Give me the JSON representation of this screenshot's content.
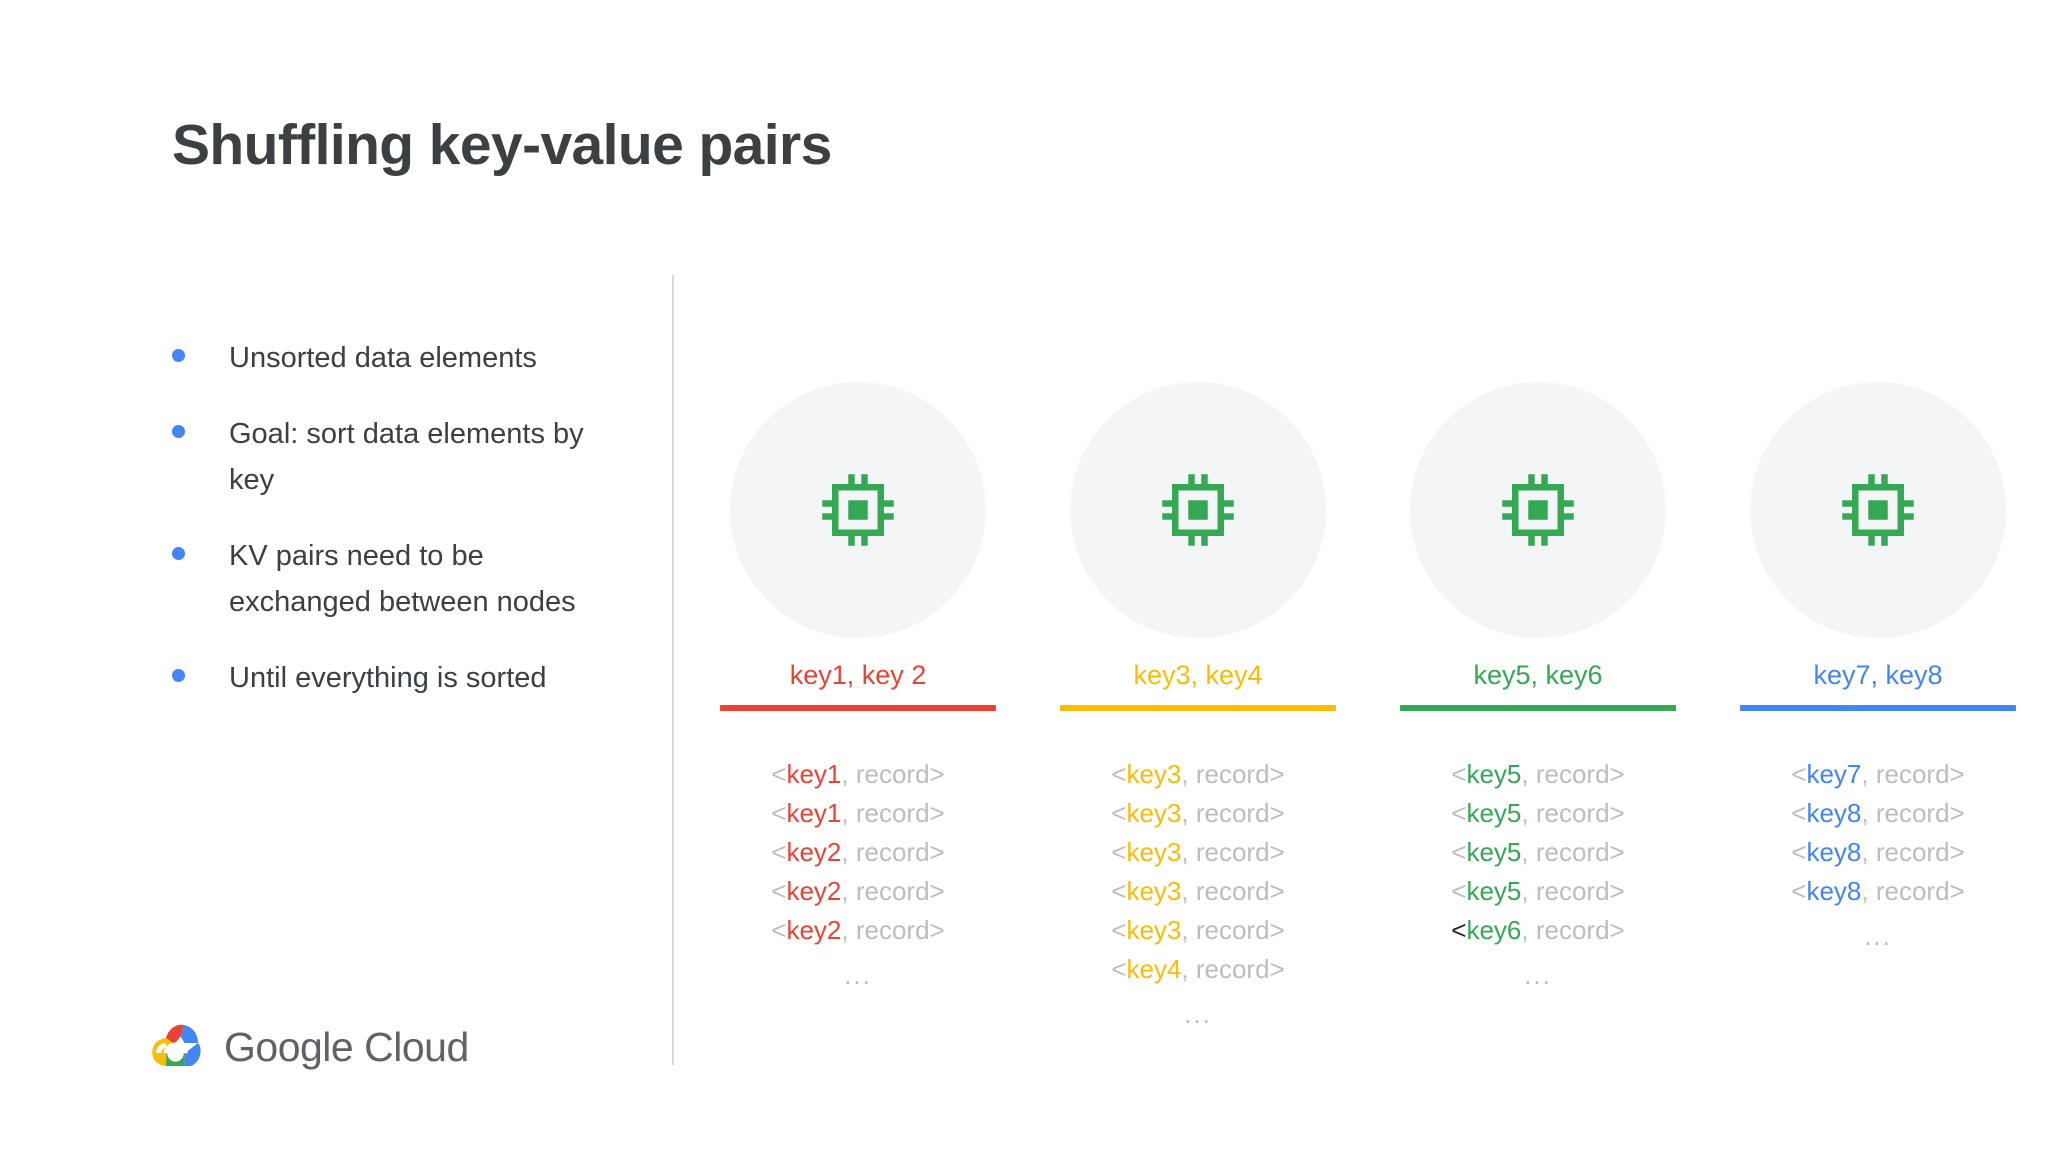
{
  "slide": {
    "title": "Shuffling key-value pairs"
  },
  "bullets": {
    "items": [
      {
        "text": "Unsorted data elements"
      },
      {
        "text": "Goal: sort data elements by key"
      },
      {
        "text": "KV pairs need to be exchanged between nodes"
      },
      {
        "text": "Until everything is sorted"
      }
    ],
    "dot_color": "#4285F4"
  },
  "logo": {
    "icon_name": "google-cloud-logo-icon",
    "word_google": "Google",
    "word_cloud": "Cloud"
  },
  "nodes": {
    "icon_name": "cpu-chip-icon",
    "icon_color": "#34A853",
    "circle_color": "#f4f5f6",
    "ellipsis": "...",
    "columns": [
      {
        "header": "key1, key 2",
        "color": "#EA4335",
        "records": [
          {
            "key": "key1",
            "prefix": "<",
            "suffix": ", record>",
            "angle_dark": false
          },
          {
            "key": "key1",
            "prefix": "<",
            "suffix": ", record>",
            "angle_dark": false
          },
          {
            "key": "key2",
            "prefix": "<",
            "suffix": ", record>",
            "angle_dark": false
          },
          {
            "key": "key2",
            "prefix": "<",
            "suffix": ", record>",
            "angle_dark": false
          },
          {
            "key": "key2",
            "prefix": "<",
            "suffix": ", record>",
            "angle_dark": false
          }
        ]
      },
      {
        "header": "key3, key4",
        "color": "#FBBC04",
        "records": [
          {
            "key": "key3",
            "prefix": "<",
            "suffix": ", record>",
            "angle_dark": false
          },
          {
            "key": "key3",
            "prefix": "<",
            "suffix": ", record>",
            "angle_dark": false
          },
          {
            "key": "key3",
            "prefix": "<",
            "suffix": ", record>",
            "angle_dark": false
          },
          {
            "key": "key3",
            "prefix": "<",
            "suffix": ", record>",
            "angle_dark": false
          },
          {
            "key": "key3",
            "prefix": "<",
            "suffix": ", record>",
            "angle_dark": false
          },
          {
            "key": "key4",
            "prefix": "<",
            "suffix": ", record>",
            "angle_dark": false
          }
        ]
      },
      {
        "header": "key5, key6",
        "color": "#34A853",
        "records": [
          {
            "key": "key5",
            "prefix": "<",
            "suffix": ", record>",
            "angle_dark": false
          },
          {
            "key": "key5",
            "prefix": "<",
            "suffix": ", record>",
            "angle_dark": false
          },
          {
            "key": "key5",
            "prefix": "<",
            "suffix": ", record>",
            "angle_dark": false
          },
          {
            "key": "key5",
            "prefix": "<",
            "suffix": ", record>",
            "angle_dark": false
          },
          {
            "key": "key6",
            "prefix": "<",
            "suffix": ", record>",
            "angle_dark": true
          }
        ]
      },
      {
        "header": "key7, key8",
        "color": "#4285F4",
        "records": [
          {
            "key": "key7",
            "prefix": "<",
            "suffix": ", record>",
            "angle_dark": false
          },
          {
            "key": "key8",
            "prefix": "<",
            "suffix": ", record>",
            "angle_dark": false
          },
          {
            "key": "key8",
            "prefix": "<",
            "suffix": ", record>",
            "angle_dark": false
          },
          {
            "key": "key8",
            "prefix": "<",
            "suffix": ", record>",
            "angle_dark": false
          }
        ]
      }
    ]
  }
}
